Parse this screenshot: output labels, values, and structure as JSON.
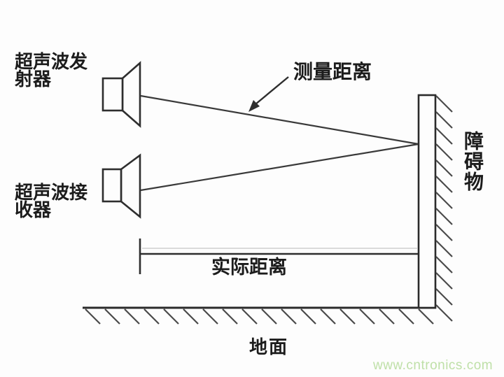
{
  "diagram": {
    "title_none": "",
    "transmitter_label": "超声波发\n射器",
    "receiver_label": "超声波接\n收器",
    "measured_distance_label": "测量距离",
    "actual_distance_label": "实际距离",
    "obstacle_label": "障碍物",
    "ground_label": "地面",
    "icons": {
      "transmitter": "speaker-icon",
      "receiver": "speaker-icon",
      "pointer": "arrow-down-left-icon"
    },
    "colors": {
      "line": "#333333",
      "hatch": "#4a4a4a",
      "text": "#1c1c1c",
      "background": "#fdfdfd",
      "watermark": "#bfe0a8"
    }
  },
  "watermark": "www.cntronics.com"
}
